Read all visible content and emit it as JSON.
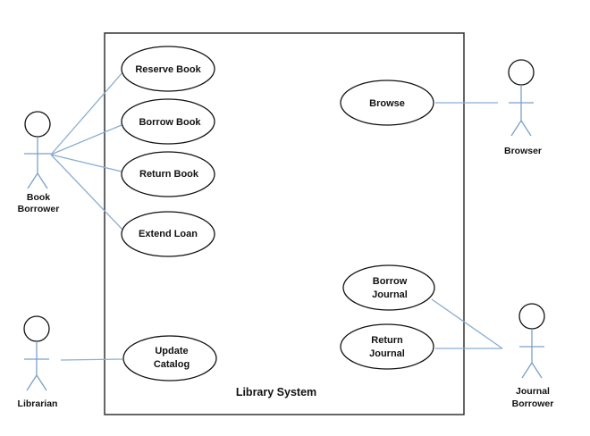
{
  "system": {
    "name": "Library System"
  },
  "actors": {
    "book_borrower": {
      "line1": "Book",
      "line2": "Borrower"
    },
    "librarian": {
      "line1": "Librarian"
    },
    "browser": {
      "line1": "Browser"
    },
    "journal_borrower": {
      "line1": "Journal",
      "line2": "Borrower"
    }
  },
  "use_cases": {
    "reserve_book": {
      "line1": "Reserve Book"
    },
    "borrow_book": {
      "line1": "Borrow Book"
    },
    "return_book": {
      "line1": "Return Book"
    },
    "extend_loan": {
      "line1": "Extend Loan"
    },
    "update_catalog": {
      "line1": "Update",
      "line2": "Catalog"
    },
    "browse": {
      "line1": "Browse"
    },
    "borrow_journal": {
      "line1": "Borrow",
      "line2": "Journal"
    },
    "return_journal": {
      "line1": "Return",
      "line2": "Journal"
    }
  },
  "colors": {
    "association_line": "#8aaed0",
    "actor_body": "#7aa0c8",
    "outline": "#111111"
  }
}
